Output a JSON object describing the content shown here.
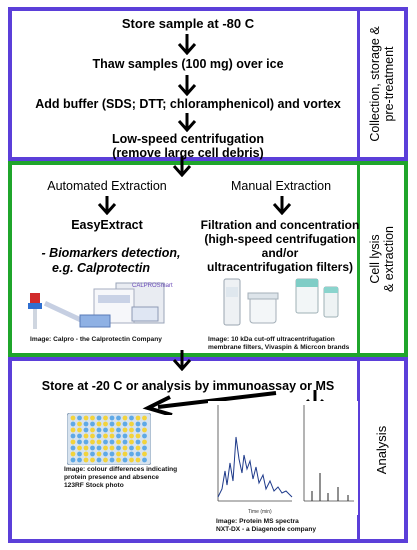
{
  "panels": {
    "collection": {
      "side_label_1": "Collection, storage &",
      "side_label_2": "pre-treatment",
      "steps": [
        "Store sample at -80 C",
        "Thaw samples (100 mg) over ice",
        "Add buffer (SDS; DTT; chloramphenicol) and vortex",
        "Low-speed centrifugation",
        "(remove large cell debris)"
      ]
    },
    "lysis": {
      "side_label_1": "Cell lysis",
      "side_label_2": "& extraction",
      "left": {
        "heading": "Automated Extraction",
        "product": "EasyExtract",
        "note_1": "- Biomarkers detection,",
        "note_2": "e.g. Calprotectin",
        "brand": "CALPROSmart",
        "caption": "Image: Calpro - the Calprotectin Company"
      },
      "right": {
        "heading": "Manual Extraction",
        "line_1": "Filtration and concentration",
        "line_2": "(high-speed centrifugation",
        "line_3": "and/or",
        "line_4": "ultracentrifugation filters)",
        "caption_1": "Image: 10 kDa cut-off ultracentrifugation",
        "caption_2": "membrane filters, Vivaspin & Micrcon brands"
      }
    },
    "analysis": {
      "side_label": "Analysis",
      "heading": "Store at -20 C or analysis by immunoassay or MS",
      "plate_caption_1": "Image: colour differences indicating",
      "plate_caption_2": "protein presence and absence",
      "plate_caption_3": "123RF Stock photo",
      "ms_caption_1": "Image: Protein MS spectra",
      "ms_caption_2": "NXT-DX - a Diagenode company",
      "spectrum_xlabel": "Time (min)"
    }
  },
  "colors": {
    "analysis_border": "#5b3fd9",
    "lysis_border": "#1fa52b"
  }
}
